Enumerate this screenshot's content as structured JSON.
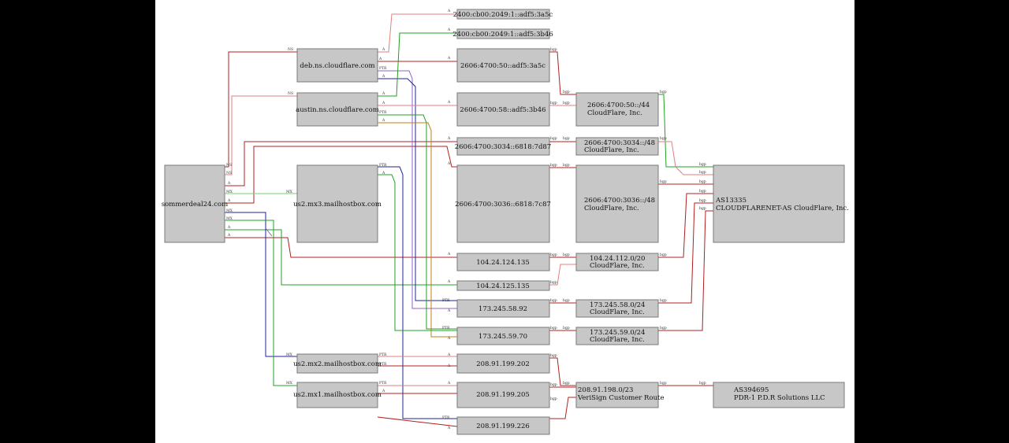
{
  "nodes": {
    "domain": "sommerdeal24.com",
    "ns1": "deb.ns.cloudflare.com",
    "ns2": "austin.ns.cloudflare.com",
    "mx3": "us2.mx3.mailhostbox.com",
    "mx2": "us2.mx2.mailhostbox.com",
    "mx1": "us2.mx1.mailhostbox.com",
    "ip1": "2400:cb00:2049:1::adf5:3a5c",
    "ip2": "2400:cb00:2049:1::adf5:3b46",
    "ip3": "2606:4700:50::adf5:3a5c",
    "ip4": "2606:4700:58::adf5:3b46",
    "ip5": "2606:4700:3034::6818:7d87",
    "ip6": "2606:4700:3036::6818:7c87",
    "ip7": "104.24.124.135",
    "ip8": "104.24.125.135",
    "ip9": "173.245.58.92",
    "ip10": "173.245.59.70",
    "ip11": "208.91.199.202",
    "ip12": "208.91.199.205",
    "ip13": "208.91.199.226",
    "pfx1": [
      "2606:4700:50::/44",
      "CloudFlare, Inc."
    ],
    "pfx2": [
      "2606:4700:3034::/48",
      "CloudFlare, Inc."
    ],
    "pfx3": [
      "2606:4700:3036::/48",
      "CloudFlare, Inc."
    ],
    "pfx4": [
      "104.24.112.0/20",
      "CloudFlare, Inc."
    ],
    "pfx5": [
      "173.245.58.0/24",
      "CloudFlare, Inc."
    ],
    "pfx6": [
      "173.245.59.0/24",
      "CloudFlare, Inc."
    ],
    "pfx7": [
      "208.91.198.0/23",
      "VeriSign Customer Route"
    ],
    "as1": [
      "AS13335",
      "CLOUDFLARENET-AS CloudFlare, Inc."
    ],
    "as2": [
      "AS394695",
      "PDR-1 P.D.R Solutions LLC"
    ]
  },
  "edge_labels": {
    "ns": "NS",
    "a": "A",
    "mx": "MX",
    "ptr": "PTR",
    "bgp": "bgp"
  },
  "colors": {
    "red": "#b02020",
    "salmon": "#e08080",
    "green": "#20a020",
    "lightgreen": "#70d070",
    "blue": "#20209a",
    "purple": "#9060c0",
    "orange": "#c08010",
    "olive": "#a09030"
  }
}
